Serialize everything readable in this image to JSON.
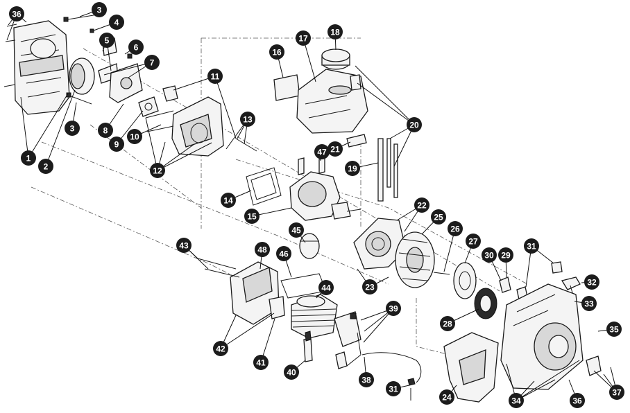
{
  "diagram": {
    "kind": "exploded parts diagram (engine / trimmer powerhead)",
    "callouts": [
      {
        "label": "1"
      },
      {
        "label": "2"
      },
      {
        "label": "3"
      },
      {
        "label": "3"
      },
      {
        "label": "4"
      },
      {
        "label": "5"
      },
      {
        "label": "6"
      },
      {
        "label": "7"
      },
      {
        "label": "8"
      },
      {
        "label": "9"
      },
      {
        "label": "10"
      },
      {
        "label": "11"
      },
      {
        "label": "12"
      },
      {
        "label": "13"
      },
      {
        "label": "14"
      },
      {
        "label": "15"
      },
      {
        "label": "16"
      },
      {
        "label": "17"
      },
      {
        "label": "18"
      },
      {
        "label": "19"
      },
      {
        "label": "20"
      },
      {
        "label": "21"
      },
      {
        "label": "22"
      },
      {
        "label": "23"
      },
      {
        "label": "24"
      },
      {
        "label": "25"
      },
      {
        "label": "26"
      },
      {
        "label": "27"
      },
      {
        "label": "28"
      },
      {
        "label": "29"
      },
      {
        "label": "30"
      },
      {
        "label": "31"
      },
      {
        "label": "31"
      },
      {
        "label": "32"
      },
      {
        "label": "33"
      },
      {
        "label": "34"
      },
      {
        "label": "35"
      },
      {
        "label": "36"
      },
      {
        "label": "36"
      },
      {
        "label": "37"
      },
      {
        "label": "38"
      },
      {
        "label": "39"
      },
      {
        "label": "40"
      },
      {
        "label": "41"
      },
      {
        "label": "42"
      },
      {
        "label": "43"
      },
      {
        "label": "44"
      },
      {
        "label": "45"
      },
      {
        "label": "46"
      },
      {
        "label": "47"
      },
      {
        "label": "48"
      }
    ]
  }
}
